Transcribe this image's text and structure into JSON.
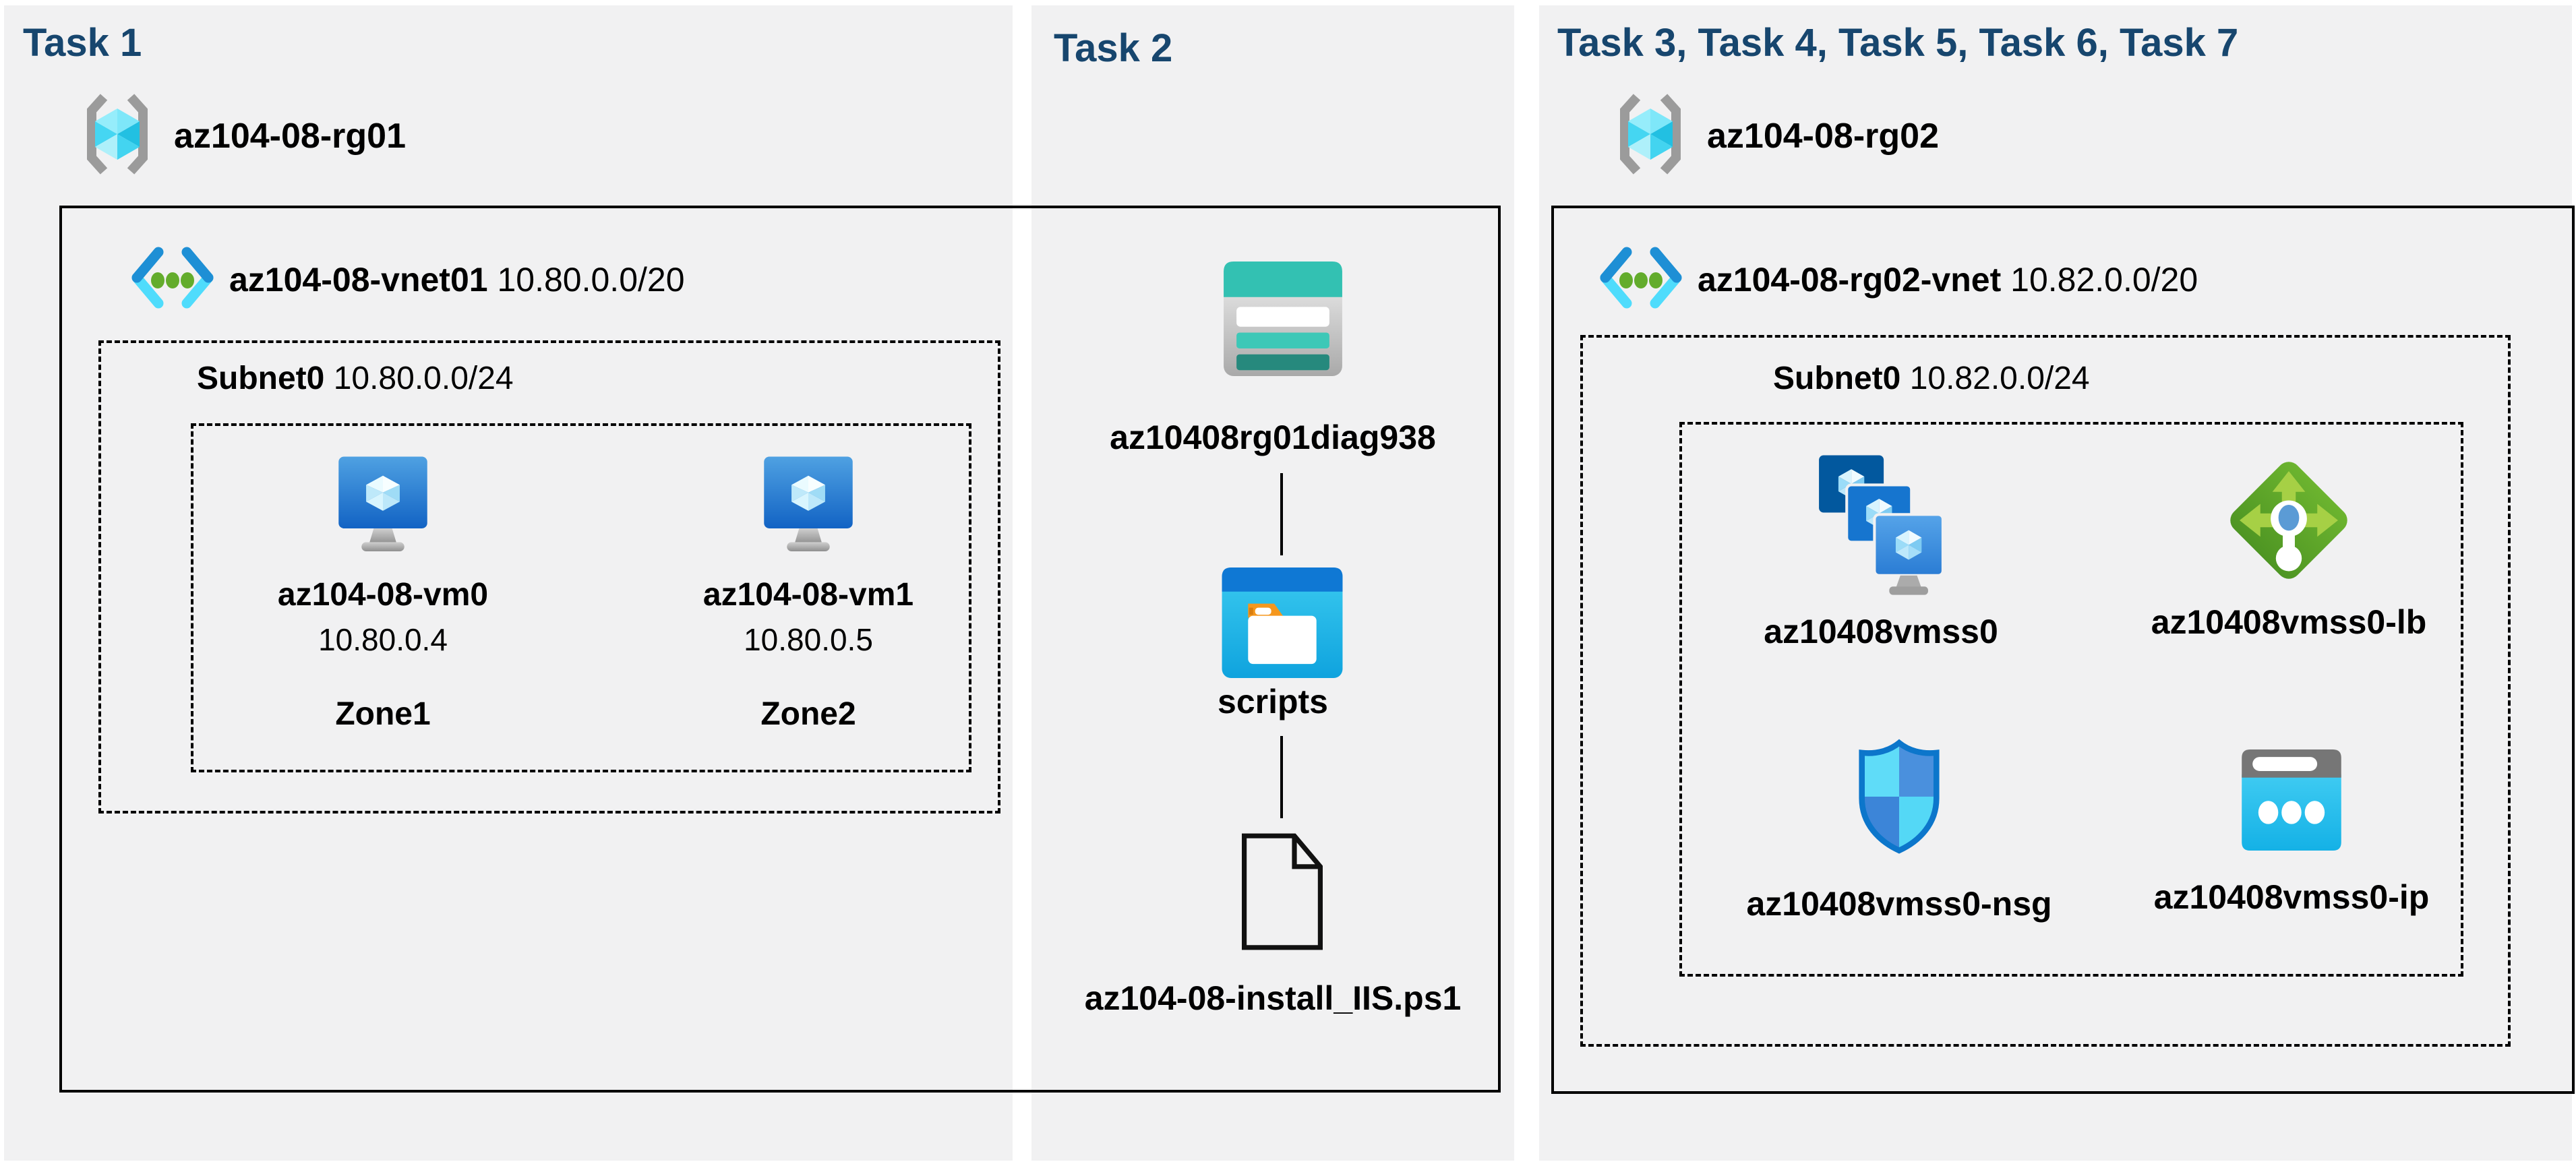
{
  "colors": {
    "panel_bg": "#F1F1F2",
    "title_navy": "#17466E",
    "text_black": "#000000",
    "vnet_blue": "#1E8FD5",
    "vnet_cyan": "#4FDCFC",
    "dot_green": "#63AC2C",
    "storage_teal": "#33C1B2",
    "folder_orange": "#F5971D",
    "lb_green": "#5CA32A",
    "shield_blue": "#0C76CB",
    "ip_cyan": "#29C5F0"
  },
  "task1": {
    "title": "Task 1",
    "resource_group": "az104-08-rg01",
    "vnet_name": "az104-08-vnet01",
    "vnet_cidr": "10.80.0.0/20",
    "subnet_name": "Subnet0",
    "subnet_cidr": "10.80.0.0/24",
    "vms": [
      {
        "name": "az104-08-vm0",
        "ip": "10.80.0.4",
        "zone": "Zone1"
      },
      {
        "name": "az104-08-vm1",
        "ip": "10.80.0.5",
        "zone": "Zone2"
      }
    ]
  },
  "task2": {
    "title": "Task 2",
    "storage_account": "az10408rg01diag938",
    "container": "scripts",
    "script_file": "az104-08-install_IIS.ps1"
  },
  "task3": {
    "title": "Task 3, Task 4, Task 5, Task 6, Task 7",
    "resource_group": "az104-08-rg02",
    "vnet_name": "az104-08-rg02-vnet",
    "vnet_cidr": "10.82.0.0/20",
    "subnet_name": "Subnet0",
    "subnet_cidr": "10.82.0.0/24",
    "vmss": "az10408vmss0",
    "load_balancer": "az10408vmss0-lb",
    "nsg": "az10408vmss0-nsg",
    "public_ip": "az10408vmss0-ip"
  }
}
